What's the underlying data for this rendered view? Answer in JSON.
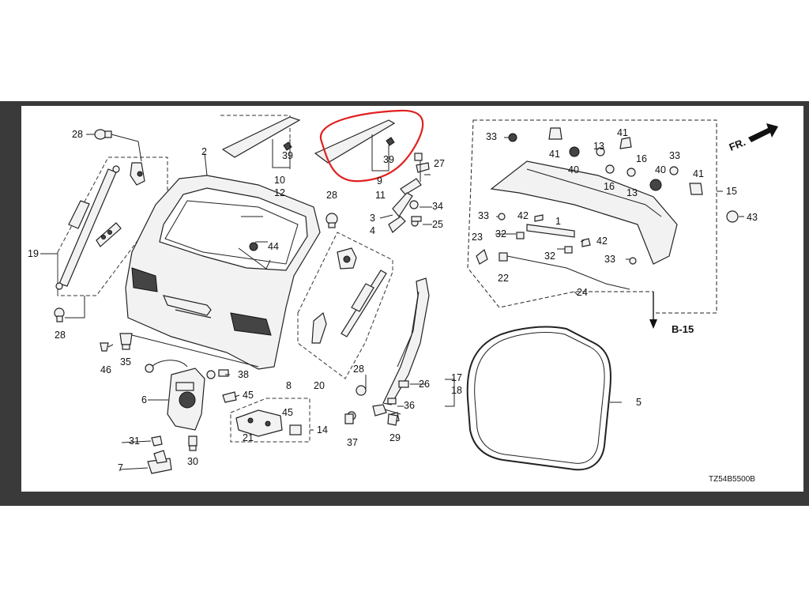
{
  "labels": {
    "p28a": "28",
    "p2": "2",
    "p10": "10",
    "p12": "12",
    "p39a": "39",
    "p39b": "39",
    "p9": "9",
    "p11": "11",
    "p27": "27",
    "p28b": "28",
    "p34": "34",
    "p3": "3",
    "p4": "4",
    "p25": "25",
    "p19": "19",
    "p44": "44",
    "p28c": "28",
    "p46": "46",
    "p35": "35",
    "p38": "38",
    "p8": "8",
    "p20": "20",
    "p28d": "28",
    "p6": "6",
    "p45a": "45",
    "p45b": "45",
    "p14": "14",
    "p21": "21",
    "p31": "31",
    "p30": "30",
    "p7": "7",
    "p37": "37",
    "p29": "29",
    "p26": "26",
    "p36": "36",
    "p17": "17",
    "p18": "18",
    "p5": "5",
    "p33a": "33",
    "p41a": "41",
    "p13a": "13",
    "p41b": "41",
    "p40a": "40",
    "p16a": "16",
    "p16b": "16",
    "p13b": "13",
    "p40b": "40",
    "p33b": "33",
    "p41c": "41",
    "p15": "15",
    "p33c": "33",
    "p42a": "42",
    "p1": "1",
    "p43": "43",
    "p23": "23",
    "p32a": "32",
    "p42b": "42",
    "p32b": "32",
    "p33d": "33",
    "p22": "22",
    "p24": "24"
  },
  "ref": "B-15",
  "direction": "FR.",
  "code": "TZ54B5500B",
  "colors": {
    "highlight": "#e0201f",
    "frame": "#3a3a3a",
    "ink": "#111111"
  }
}
